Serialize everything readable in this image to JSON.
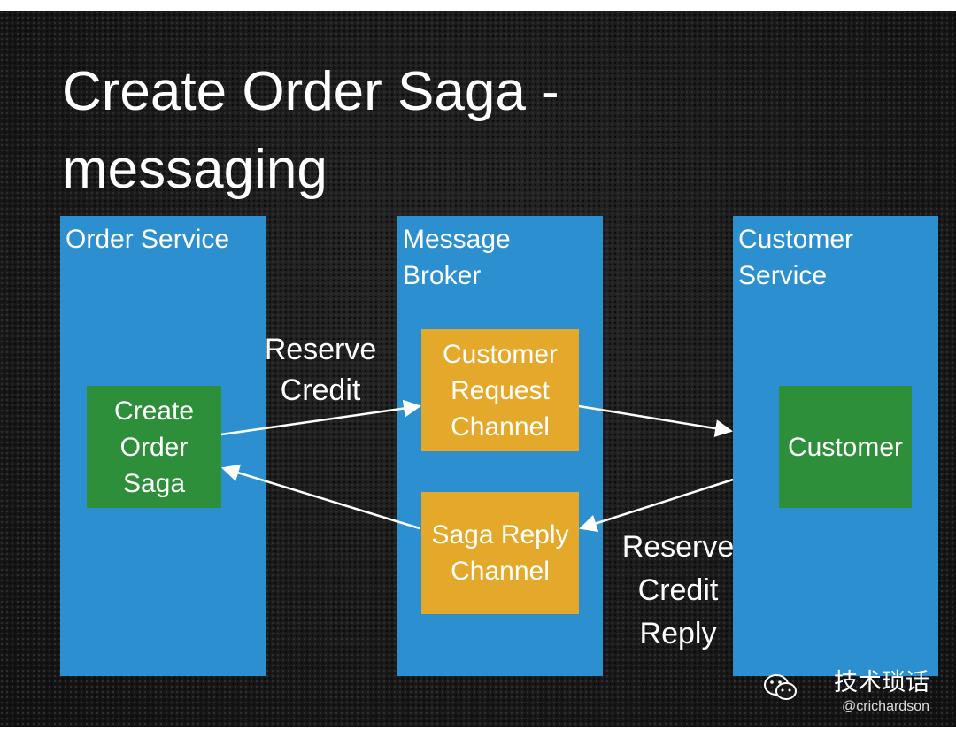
{
  "title": {
    "line1": "Create Order Saga -",
    "line2": "messaging"
  },
  "columns": [
    {
      "label_lines": [
        "Order Service"
      ]
    },
    {
      "label_lines": [
        "Message",
        "Broker"
      ]
    },
    {
      "label_lines": [
        "Customer",
        "Service"
      ]
    }
  ],
  "boxes": {
    "create_order_saga": {
      "lines": [
        "Create",
        "Order",
        "Saga"
      ]
    },
    "customer_request_channel": {
      "lines": [
        "Customer",
        "Request",
        "Channel"
      ]
    },
    "saga_reply_channel": {
      "lines": [
        "Saga Reply",
        "Channel"
      ]
    },
    "customer": {
      "lines": [
        "Customer"
      ]
    }
  },
  "edge_labels": {
    "reserve_credit": [
      "Reserve",
      "Credit"
    ],
    "reserve_credit_reply": [
      "Reserve",
      "Credit",
      "Reply"
    ]
  },
  "watermark": {
    "text": "技术琐话",
    "handle": "@crichardson",
    "icon": "wechat-icon"
  },
  "colors": {
    "background": "#1a1a1a",
    "service_column": "#2b8fd0",
    "component_box": "#2e8f3a",
    "channel_box": "#e4a92a",
    "text": "#ffffff"
  }
}
